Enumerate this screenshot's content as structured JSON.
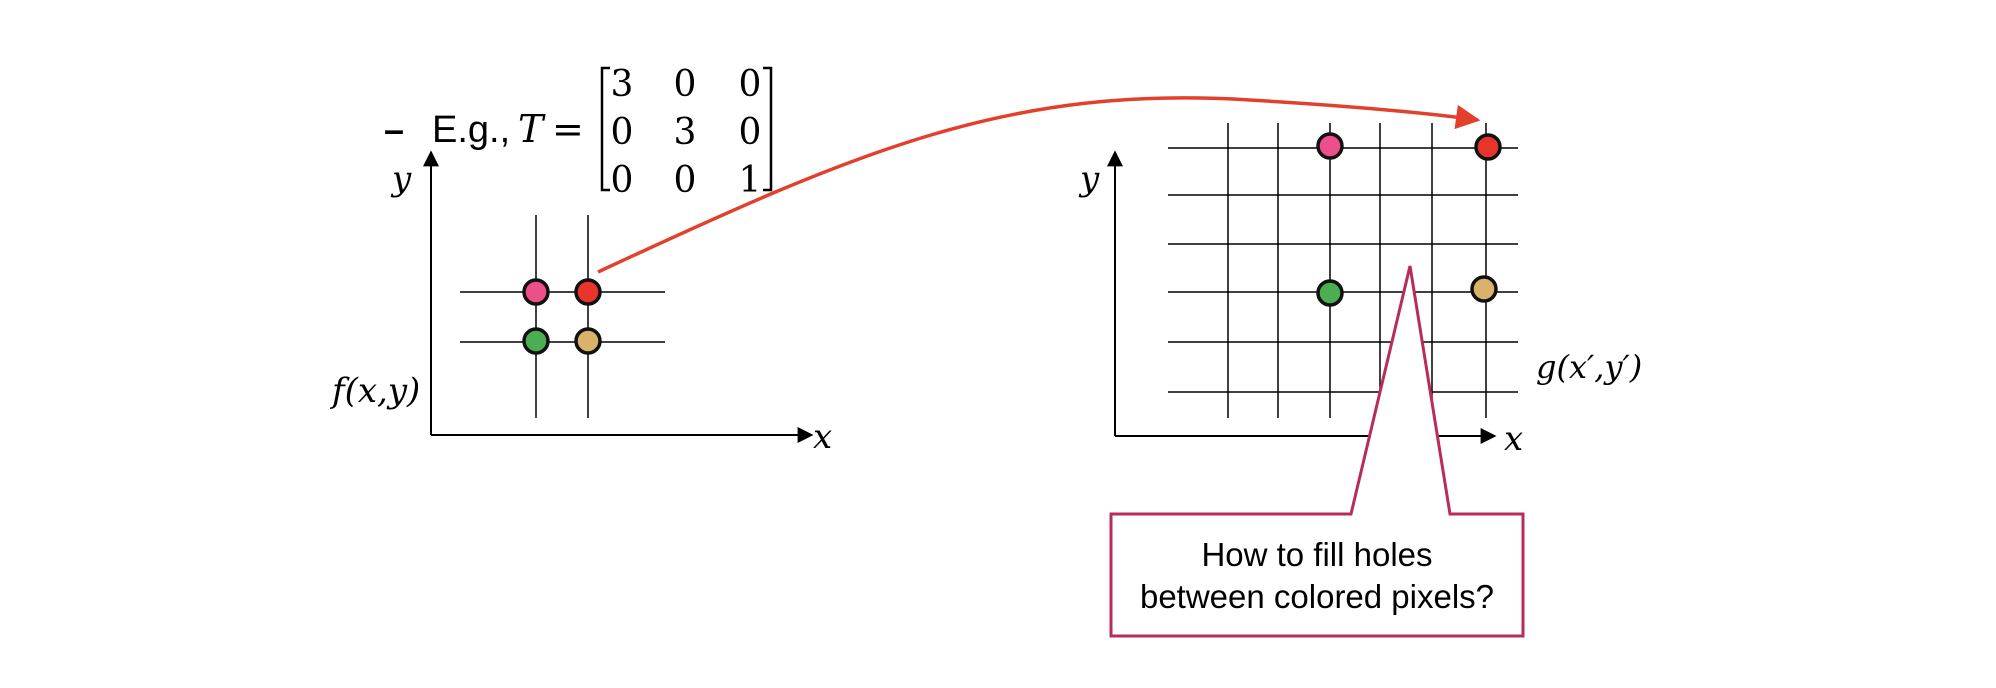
{
  "bullet": "–",
  "eg_label": "E.g.,",
  "matrix": {
    "symbol": "T",
    "equals": "=",
    "rows": [
      [
        "3",
        "0",
        "0"
      ],
      [
        "0",
        "3",
        "0"
      ],
      [
        "0",
        "0",
        "1"
      ]
    ]
  },
  "left_plot": {
    "y_label": "y",
    "x_label": "x",
    "func_label": "f(x,y)"
  },
  "right_plot": {
    "y_label": "y",
    "x_label": "x",
    "func_label": "g(x′,y′)"
  },
  "pixels": [
    {
      "id": "pink",
      "color": "#ec4f8a"
    },
    {
      "id": "red",
      "color": "#e8342a"
    },
    {
      "id": "green",
      "color": "#4cae52"
    },
    {
      "id": "tan",
      "color": "#d9b36a"
    }
  ],
  "arrow_color": "#e3402c",
  "callout": {
    "line1": "How to fill holes",
    "line2": "between  colored pixels?",
    "border_color": "#b82b5e"
  }
}
